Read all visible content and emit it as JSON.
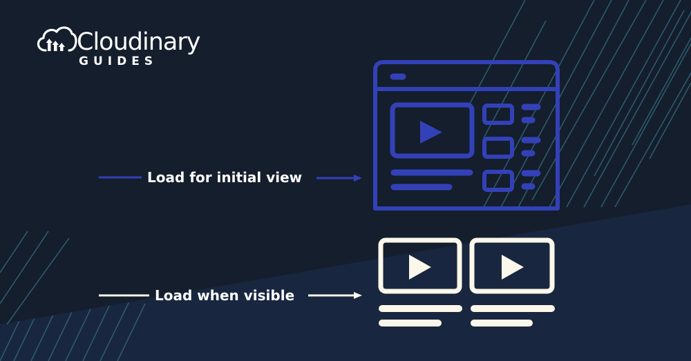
{
  "logo": {
    "name": "Cloudinary",
    "subtitle": "GUIDES"
  },
  "diagram": {
    "initial_label": "Load for initial view",
    "visible_label": "Load when visible"
  },
  "colors": {
    "background": "#141e2d",
    "lower_band": "#18273f",
    "accent_blue": "#3341b8",
    "cream": "#fbf7ea",
    "stripe": "#2e5a6c"
  }
}
